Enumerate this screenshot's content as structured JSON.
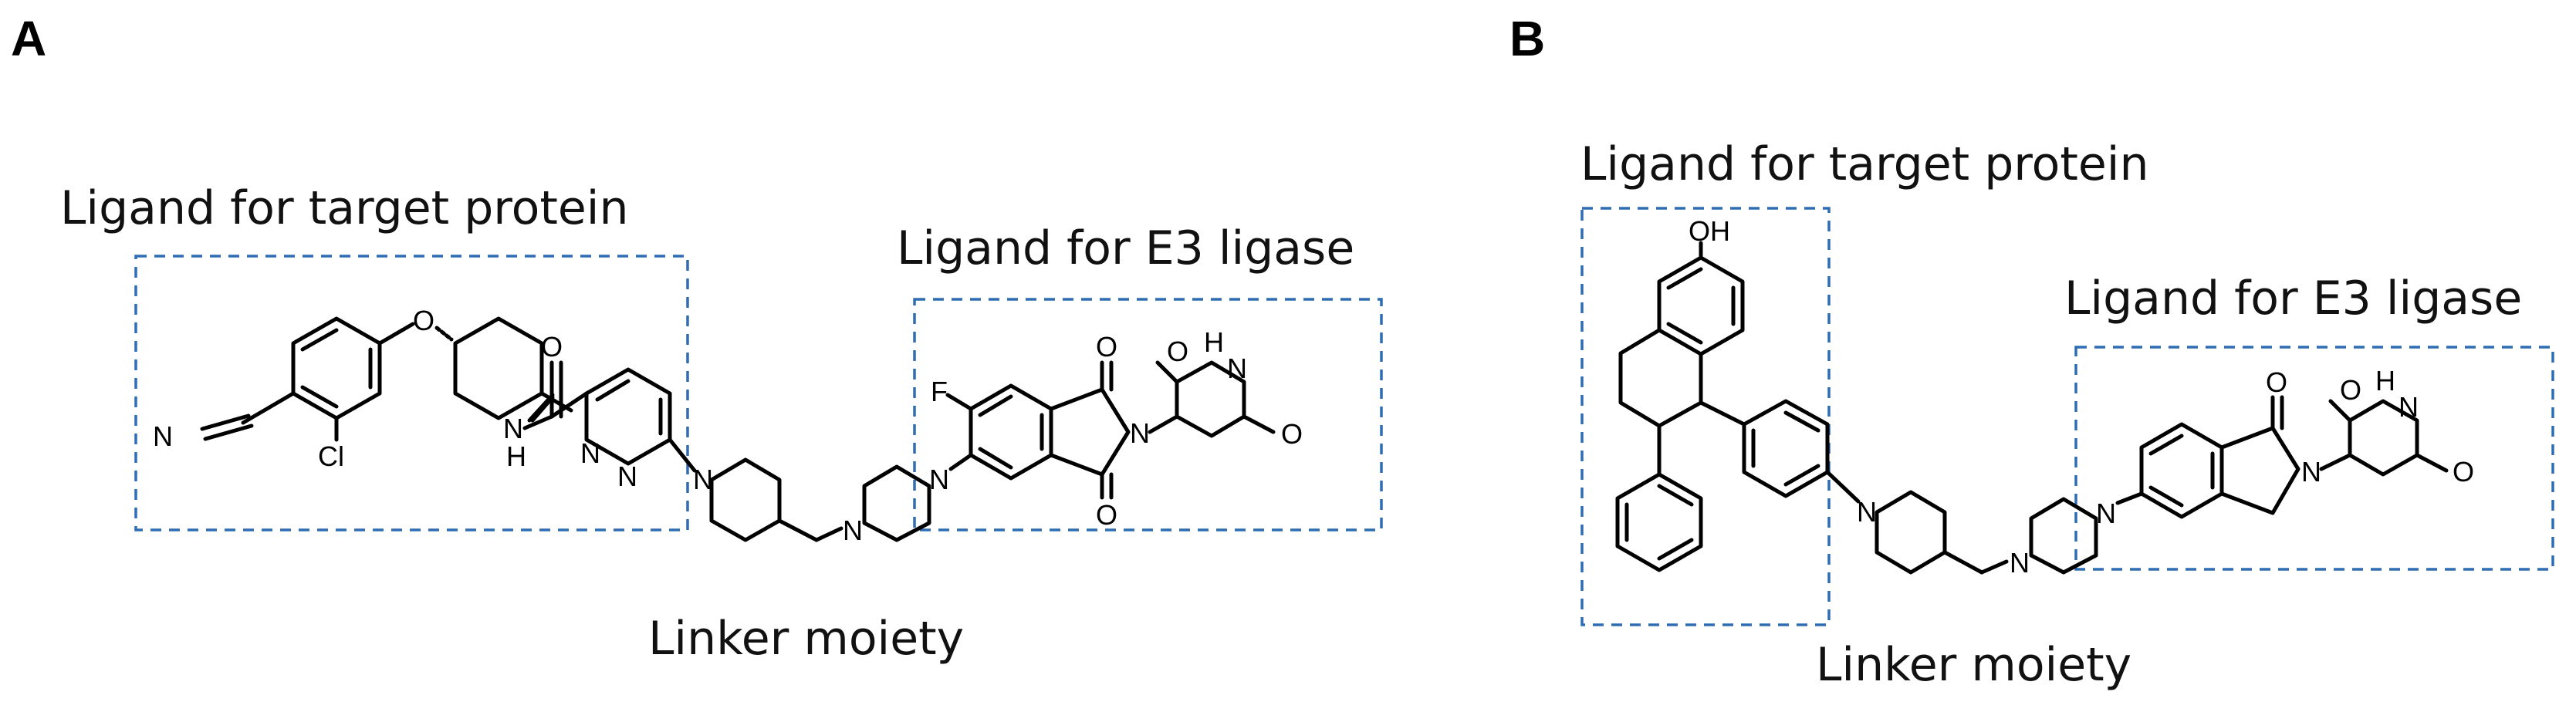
{
  "panels": {
    "a": {
      "letter": "A",
      "target_label": "Ligand for target protein",
      "e3_label": "Ligand for E3 ligase",
      "linker_label": "Linker moiety",
      "atoms": {
        "n_nitrile": "N",
        "o_ether": "O",
        "cl": "Cl",
        "nh_n": "N",
        "nh_h": "H",
        "o_amide": "O",
        "n_pyr1": "N",
        "n_pyr2": "N",
        "n_pip1": "N",
        "n_pz1": "N",
        "n_pz2": "N",
        "f": "F",
        "o_im1": "O",
        "o_im2": "O",
        "n_im": "N",
        "o_g1": "O",
        "nh_g": "H",
        "n_g": "N",
        "o_g2": "O"
      }
    },
    "b": {
      "letter": "B",
      "target_label": "Ligand for target protein",
      "e3_label": "Ligand for E3 ligase",
      "linker_label": "Linker moiety",
      "atoms": {
        "oh": "OH",
        "n_pip": "N",
        "n_pz1": "N",
        "n_pz2": "N",
        "o_lac": "O",
        "n_lac": "N",
        "o_g1": "O",
        "nh_g": "H",
        "n_g": "N",
        "o_g2": "O"
      }
    }
  }
}
